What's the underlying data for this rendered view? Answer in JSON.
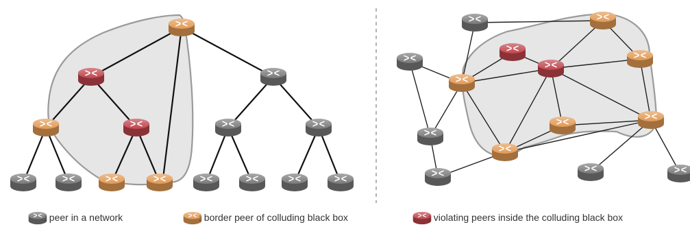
{
  "colors": {
    "peer": "#7a7a7a",
    "border_peer": "#e29a55",
    "violating_peer": "#c0464d",
    "region_fill": "#e6e6e6",
    "region_stroke": "#9a9a9a"
  },
  "icons": {
    "node": "router-icon"
  },
  "legend": {
    "peer_label": ": peer in a network",
    "border_label": ": border peer of colluding black box",
    "violating_label": ": violating peers inside the colluding black box"
  }
}
